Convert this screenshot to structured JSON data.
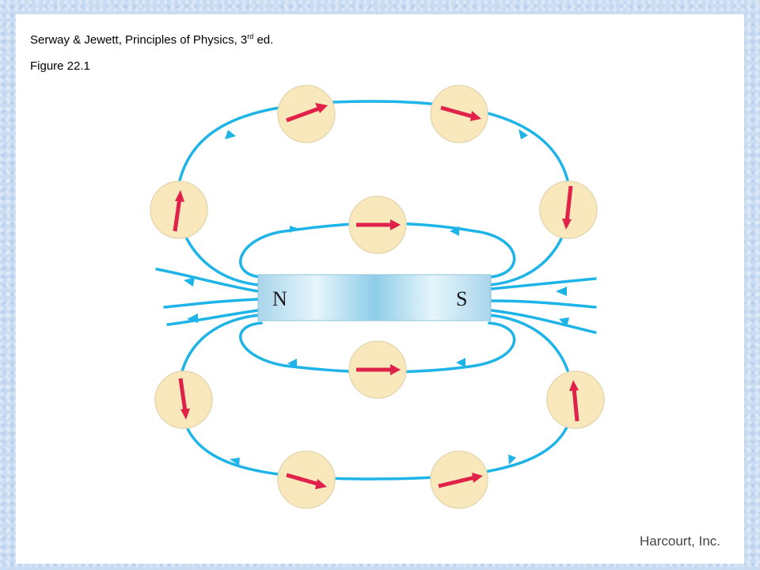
{
  "caption": {
    "book_prefix": "Serway & Jewett, Principles of Physics, 3",
    "book_sup": "rd",
    "book_suffix": " ed.",
    "figure": "Figure 22.1"
  },
  "magnet": {
    "north": "N",
    "south": "S"
  },
  "credit": "Harcourt, Inc.",
  "colors": {
    "field_line": "#1fb4e8",
    "needle": "#e0214a",
    "compass_fill": "#f8e8bc",
    "magnet": "#b8dff0"
  }
}
